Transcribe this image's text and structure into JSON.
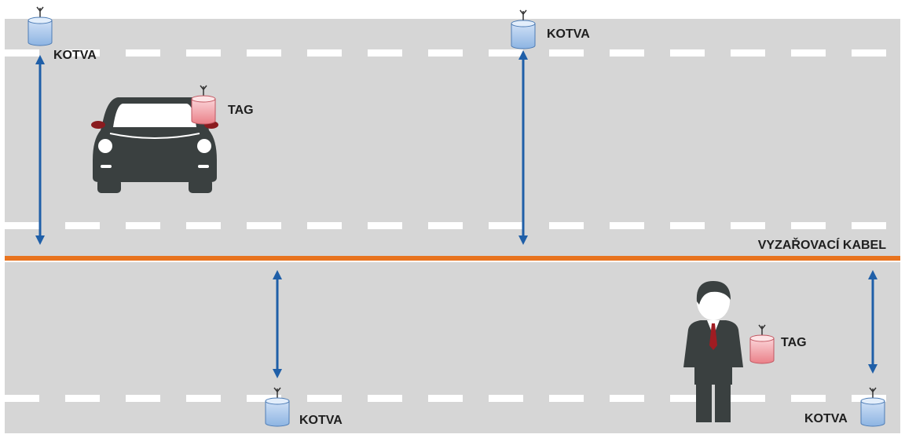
{
  "labels": {
    "anchor": "KOTVA",
    "tag": "TAG",
    "cable": "VYZAŘOVACÍ KABEL"
  },
  "colors": {
    "road": "#d6d6d6",
    "lane_marking": "#ffffff",
    "cable": "#e8731e",
    "arrow": "#1f5fa8",
    "anchor_device": "#a9c8ec",
    "tag_device": "#f2a3aa",
    "car_body": "#3a4040",
    "person_suit": "#3a4040",
    "tie": "#a01c22"
  },
  "icons": [
    "anchor-device-icon",
    "tag-device-icon",
    "car-icon",
    "person-icon",
    "double-arrow-icon"
  ]
}
